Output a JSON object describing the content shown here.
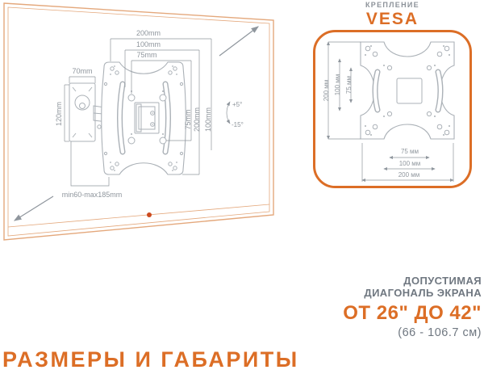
{
  "colors": {
    "accent": "#DC6E26",
    "tv_frame": "#E4A87C",
    "gray_text": "#6F7780",
    "dim_text": "#8F969D",
    "line": "#ABB1B7",
    "power_dot": "#CC4A1E"
  },
  "vesa_header": {
    "caption": "КРЕПЛЕНИЕ",
    "brand": "VESA"
  },
  "main_drawing": {
    "dims_top": [
      "200mm",
      "100mm",
      "75mm"
    ],
    "dim_width": "70mm",
    "dim_height": "120mm",
    "dims_right": [
      "75mm",
      "200mm",
      "100mm"
    ],
    "tilt_up": "+5°",
    "tilt_down": "-15°",
    "depth_range": "min60-max185mm"
  },
  "vesa_box": {
    "dims_left": [
      "200 мм",
      "100 мм",
      "75 мм"
    ],
    "dims_bottom": [
      "75 мм",
      "100 мм",
      "200 мм"
    ]
  },
  "diagonal": {
    "line1": "ДОПУСТИМАЯ",
    "line2": "ДИАГОНАЛЬ ЭКРАНА",
    "range": "ОТ 26\" ДО 42\"",
    "metric": "(66 - 106.7 см)"
  },
  "title": "РАЗМЕРЫ И ГАБАРИТЫ"
}
